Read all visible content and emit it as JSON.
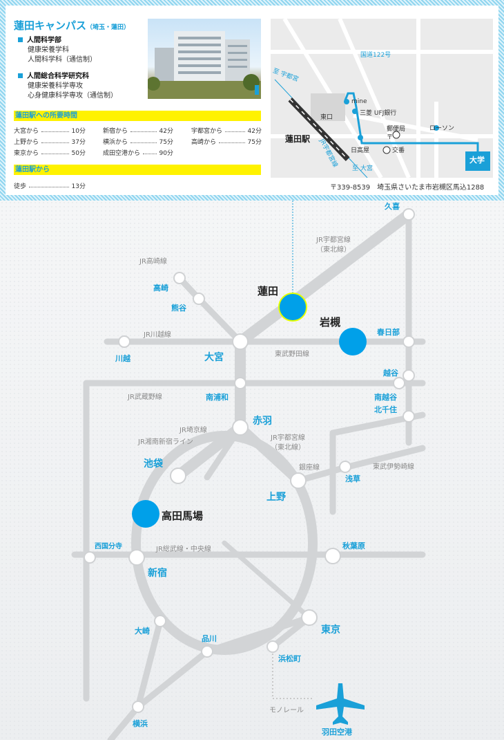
{
  "campus": {
    "title": "蓮田キャンパス",
    "title_sub": "（埼玉・蓮田）",
    "faculty1": "人間科学部",
    "faculty1_depts": [
      "健康栄養学科",
      "人間科学科（通信制）"
    ],
    "faculty2": "人間総合科学研究科",
    "faculty2_depts": [
      "健康栄養科学専攻",
      "心身健康科学専攻（通信制）"
    ],
    "photo": "campus-building-photo"
  },
  "travel": {
    "heading": "蓮田駅への所要時間",
    "rows": [
      {
        "from": "大宮から",
        "time": "10分"
      },
      {
        "from": "新宿から",
        "time": "42分"
      },
      {
        "from": "宇都宮から",
        "time": "42分"
      },
      {
        "from": "上野から",
        "time": "37分"
      },
      {
        "from": "横浜から",
        "time": "75分"
      },
      {
        "from": "高崎から",
        "time": "75分"
      },
      {
        "from": "東京から",
        "time": "50分"
      },
      {
        "from": "成田空港から",
        "time": "90分"
      }
    ],
    "walk_heading": "蓮田駅から",
    "walk_label": "徒歩",
    "walk_time": "13分"
  },
  "address": "〒339-8539　埼玉県さいたま市岩槻区馬込1288",
  "local_map": {
    "route122": "国道122号",
    "to_utsunomiya": "至 宇都宮",
    "to_omiya": "至 大宮",
    "line": "JR宇都宮線",
    "station": "蓮田駅",
    "east_exit": "東口",
    "mine": "mine",
    "mufg": "三菱 UFJ銀行",
    "post": "郵便局",
    "lawson": "ローソン",
    "hidakaya": "日高屋",
    "koban": "交番",
    "university": "大学",
    "route_color": "#1aa0d8"
  },
  "rail_map": {
    "lines": {
      "utsunomiya_top": "JR宇都宮線",
      "utsunomiya_top_sub": "（東北線）",
      "takasaki": "JR高崎線",
      "kawagoe": "JR川越線",
      "tobu_noda": "東武野田線",
      "musashino": "JR武蔵野線",
      "saikyo": "JR埼京線",
      "shonan": "JR湘南新宿ライン",
      "utsunomiya_mid": "JR宇都宮線",
      "utsunomiya_mid_sub": "（東北線）",
      "ginza": "銀座線",
      "tobu_isesaki": "東武伊勢崎線",
      "sobu": "JR総武線・中央線",
      "monorail": "モノレール"
    },
    "stations": {
      "kuki": "久喜",
      "hasuda": "蓮田",
      "iwatsuki": "岩槻",
      "kasukabe": "春日部",
      "takasaki": "高崎",
      "kumagaya": "熊谷",
      "omiya": "大宮",
      "kawagoe": "川越",
      "koshigaya": "越谷",
      "minamiurawa": "南浦和",
      "minamikoshigaya": "南越谷",
      "kitasenju": "北千住",
      "akabane": "赤羽",
      "ikebukuro": "池袋",
      "ueno": "上野",
      "asakusa": "浅草",
      "takadanobaba": "高田馬場",
      "nishikokubunji": "西国分寺",
      "akihabara": "秋葉原",
      "shinjuku": "新宿",
      "osaki": "大崎",
      "shinagawa": "品川",
      "tokyo": "東京",
      "hamamatsucho": "浜松町",
      "yokohama": "横浜",
      "haneda": "羽田空港"
    },
    "colors": {
      "line": "#d2d4d6",
      "label_blue": "#1aa0d8",
      "campus_dot": "#00a0e9",
      "highlight_ring": "#e5ff00"
    }
  }
}
